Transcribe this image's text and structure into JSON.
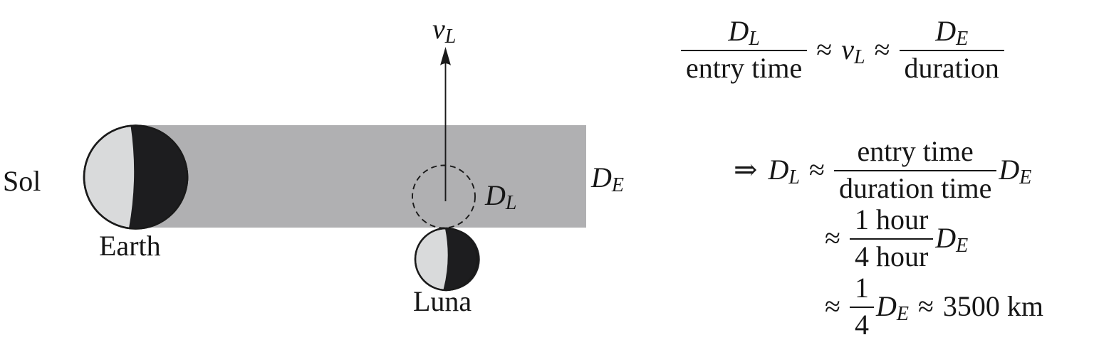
{
  "diagram": {
    "sol_label": "Sol",
    "earth_label": "Earth",
    "luna_label": "Luna",
    "velocity_var": "v",
    "velocity_sub": "L",
    "moon_diameter_var": "D",
    "moon_diameter_sub": "L",
    "earth_diameter_var": "D",
    "earth_diameter_sub": "E",
    "colors": {
      "shadow_band": "#b0b0b2",
      "lit_hemisphere": "#d9dadb",
      "dark_hemisphere": "#1d1d1f",
      "outline": "#1a1a1a"
    }
  },
  "equations": {
    "approx_sign": "≈",
    "implies_sign": "⇒",
    "line1": {
      "num1_var": "D",
      "num1_sub": "L",
      "den1": "entry time",
      "v_var": "v",
      "v_sub": "L",
      "num2_var": "D",
      "num2_sub": "E",
      "den2": "duration"
    },
    "line2": {
      "lhs_var": "D",
      "lhs_sub": "L",
      "num": "entry time",
      "den": "duration time",
      "rhs_var": "D",
      "rhs_sub": "E"
    },
    "line3": {
      "num": "1 hour",
      "den": "4 hour",
      "rhs_var": "D",
      "rhs_sub": "E"
    },
    "line4": {
      "num": "1",
      "den": "4",
      "mid_var": "D",
      "mid_sub": "E",
      "result": "3500 km"
    }
  }
}
